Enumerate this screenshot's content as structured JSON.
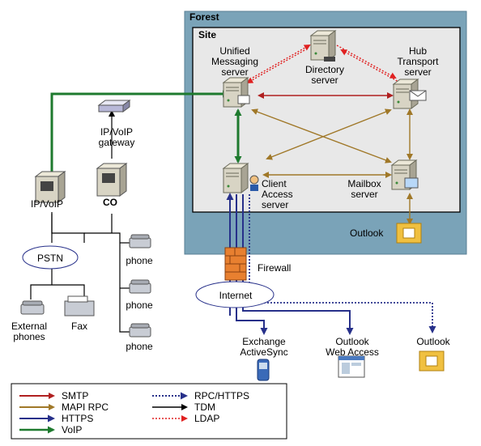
{
  "containers": {
    "forest": "Forest",
    "site": "Site"
  },
  "servers": {
    "unified_messaging": [
      "Unified",
      "Messaging",
      "server"
    ],
    "directory": [
      "Directory",
      "server"
    ],
    "hub_transport": [
      "Hub",
      "Transport",
      "server"
    ],
    "client_access": [
      "Client",
      "Access",
      "server"
    ],
    "mailbox": [
      "Mailbox",
      "server"
    ]
  },
  "devices": {
    "ip_voip_gateway": [
      "IP/VoIP",
      "gateway"
    ],
    "ip_voip": "IP/VoIP",
    "co": "CO",
    "pstn": "PSTN",
    "phone_1": "phone",
    "phone_2": "phone",
    "phone_3": "phone",
    "external_phones": [
      "External",
      "phones"
    ],
    "fax": "Fax",
    "firewall": "Firewall",
    "internet": "Internet"
  },
  "clients": {
    "outlook_internal": "Outlook",
    "exchange_activesync": [
      "Exchange",
      "ActiveSync"
    ],
    "outlook_web_access": [
      "Outlook",
      "Web Access"
    ],
    "outlook_external": "Outlook"
  },
  "legend": [
    {
      "label": "SMTP",
      "color": "#b02020",
      "style": "solid"
    },
    {
      "label": "MAPI RPC",
      "color": "#a07828",
      "style": "solid"
    },
    {
      "label": "HTTPS",
      "color": "#27308a",
      "style": "solid"
    },
    {
      "label": "VoIP",
      "color": "#1e7a2e",
      "style": "solid"
    },
    {
      "label": "RPC/HTTPS",
      "color": "#27308a",
      "style": "dotted"
    },
    {
      "label": "TDM",
      "color": "#000000",
      "style": "solid"
    },
    {
      "label": "LDAP",
      "color": "#e02020",
      "style": "dotted"
    }
  ],
  "colors": {
    "forest_bg": "#7aa3b8",
    "site_bg": "#e8e8e8",
    "smtp": "#b02020",
    "mapi": "#a07828",
    "https": "#27308a",
    "voip": "#1e7a2e",
    "ldap": "#e02020",
    "tdm": "#000000"
  },
  "icons": [
    "server-icon",
    "gateway-icon",
    "switch-icon",
    "cloud-icon",
    "phone-icon",
    "fax-icon",
    "firewall-icon",
    "outlook-icon",
    "mobile-phone-icon",
    "web-page-icon"
  ]
}
